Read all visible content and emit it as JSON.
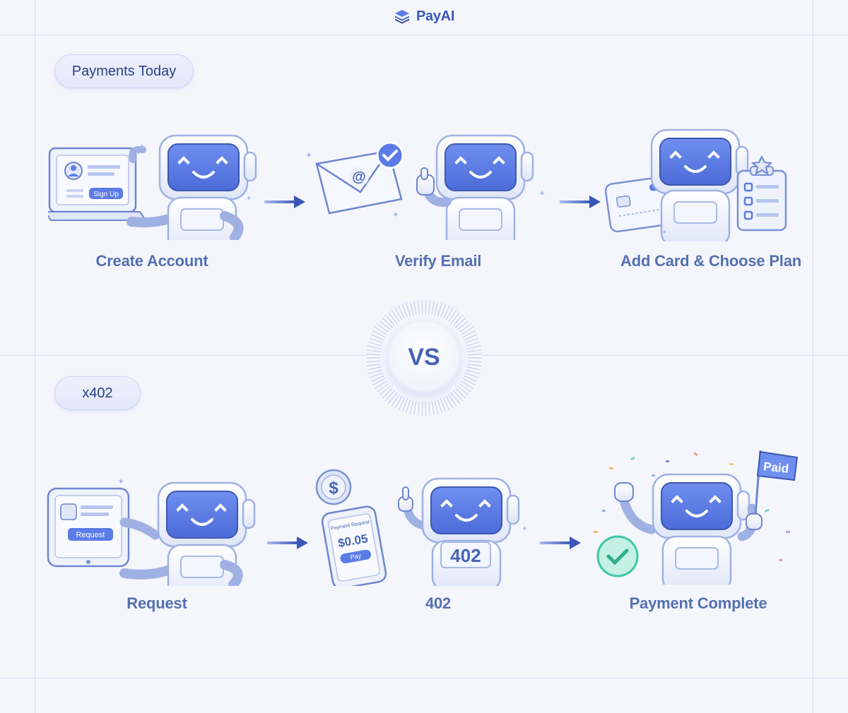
{
  "brand": {
    "name": "PayAI"
  },
  "sections": {
    "today": {
      "title": "Payments Today",
      "steps": [
        {
          "label": "Create Account",
          "button_text": "Sign Up"
        },
        {
          "label": "Verify Email",
          "symbol": "@"
        },
        {
          "label": "Add Card & Choose Plan"
        }
      ]
    },
    "x402": {
      "title": "x402",
      "steps": [
        {
          "label": "Request",
          "button_text": "Request"
        },
        {
          "label": "402",
          "phone_title": "Payment Request",
          "amount": "$0.05",
          "pay_text": "Pay",
          "badge": "402",
          "coin_symbol": "$"
        },
        {
          "label": "Payment Complete",
          "flag_text": "Paid"
        }
      ]
    }
  },
  "versus": "VS",
  "colors": {
    "accent": "#3b56b8",
    "robot_screen": "#5b7be6",
    "label": "#5470b0",
    "check_green": "#3fc9a4"
  },
  "icons": [
    "stack-logo-icon",
    "arrow-right-icon",
    "check-icon",
    "star-icon",
    "dollar-coin-icon",
    "flag-icon",
    "confetti-icon"
  ]
}
